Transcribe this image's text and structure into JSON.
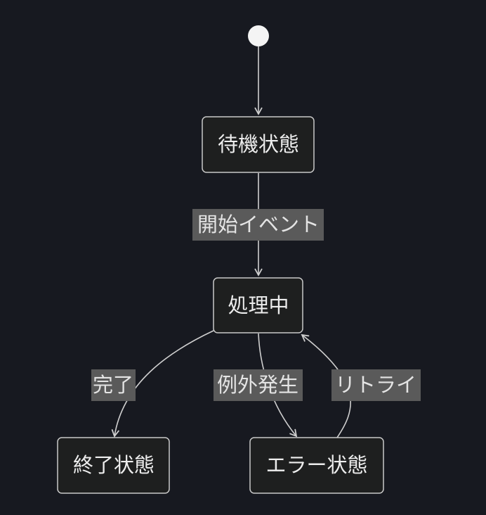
{
  "states": {
    "waiting": "待機状態",
    "processing": "処理中",
    "finished": "終了状態",
    "error": "エラー状態"
  },
  "transitions": {
    "start_event": "開始イベント",
    "complete": "完了",
    "exception": "例外発生",
    "retry": "リトライ"
  },
  "colors": {
    "background": "#171920",
    "node_fill": "#1e1f1f",
    "node_stroke": "#c9c9c9",
    "edge": "#cfcfcf",
    "label_fill": "#5a5a5a"
  }
}
